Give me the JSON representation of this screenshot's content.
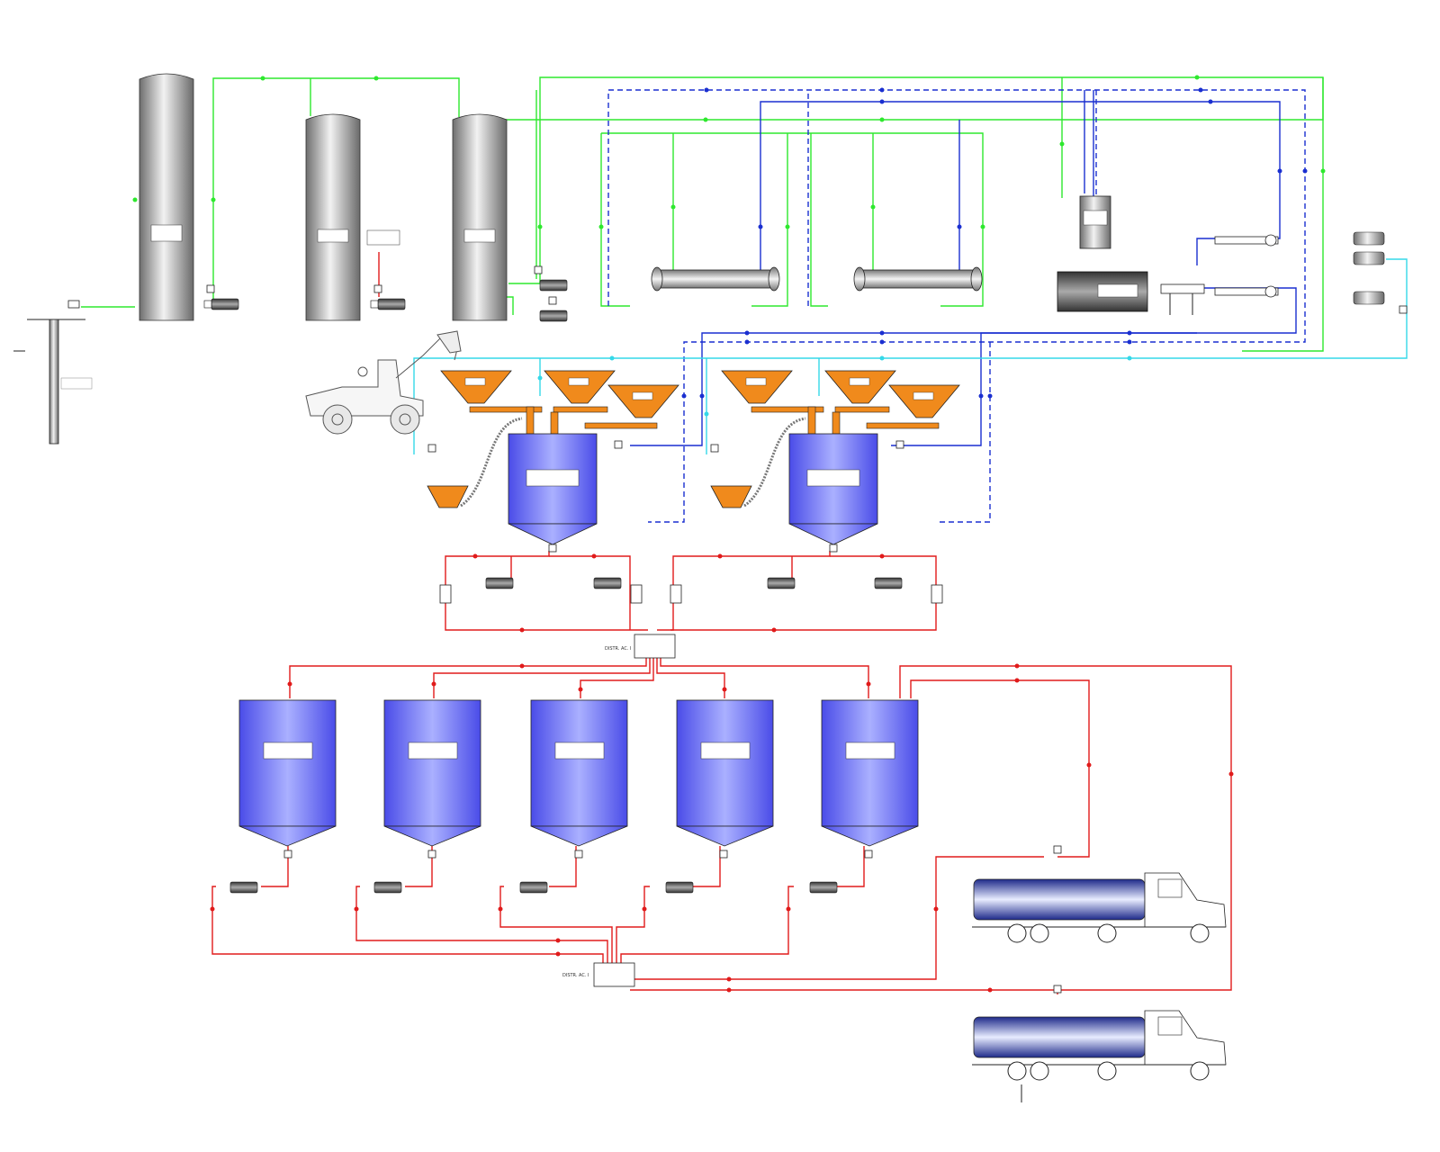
{
  "diagram": {
    "colors": {
      "water_line": "#2ee82e",
      "cooling_line": "#1a2fd0",
      "product_line": "#e01b1b",
      "air_line": "#35d8e8",
      "vessel_blue": "#5a5cf2",
      "silo_gray": "#8c8c8c",
      "hopper_orange": "#f08a1c",
      "outline": "#222222"
    },
    "labels": {
      "distribuidor": "DISTR. AC. I"
    },
    "icons": [
      "silo",
      "well",
      "pump-icon",
      "valve-icon",
      "heat-exchanger",
      "reactor-tank",
      "storage-tank",
      "hopper",
      "tanker-truck",
      "wheel-loader",
      "compressor",
      "filter"
    ]
  }
}
